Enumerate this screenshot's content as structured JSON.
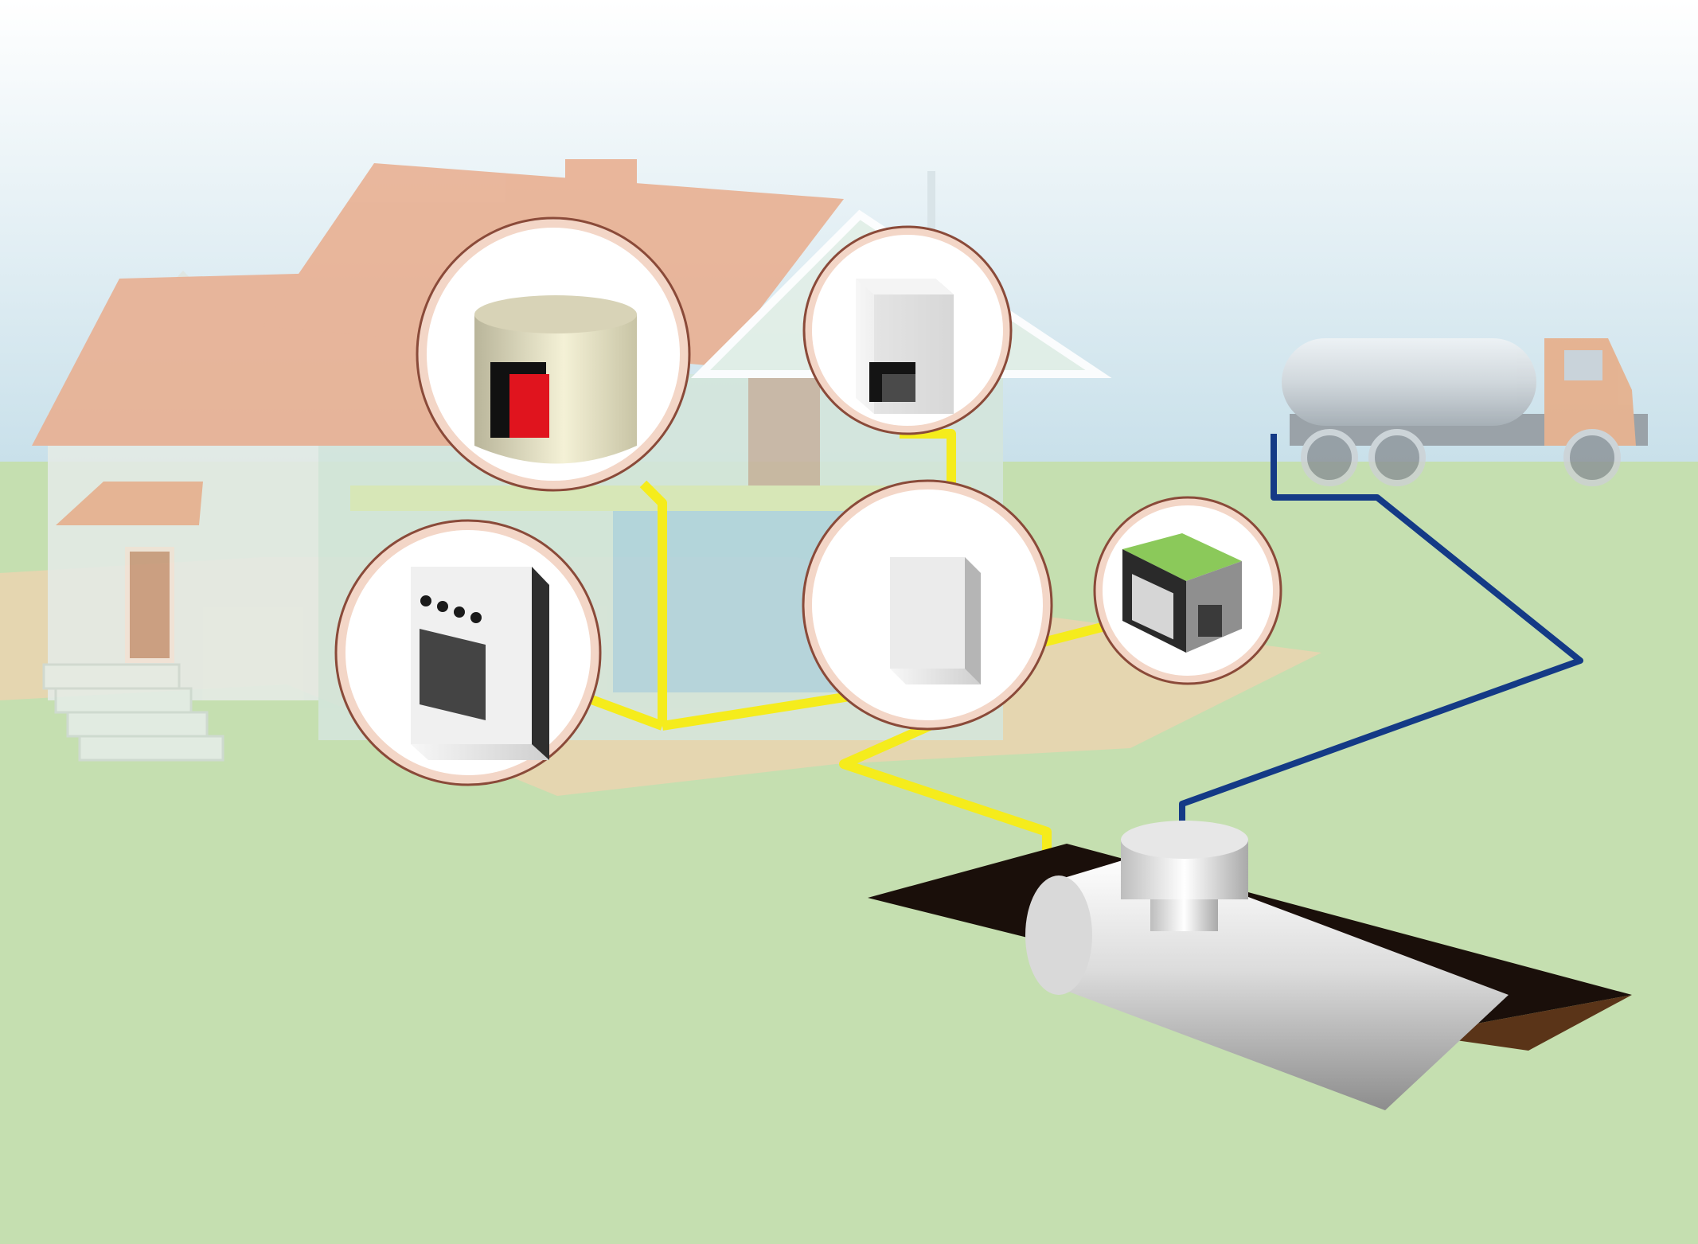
{
  "scene": {
    "colors": {
      "sky_top": "#ffffff",
      "sky_bottom": "#c3dde8",
      "ground": "#c5dfb0",
      "roof": "#e9b092",
      "wall": "#e4ebe6",
      "gas_pipe": "#f5ec1c",
      "fill_pipe": "#143a86",
      "callout_ring": "#f3d6c7",
      "pit": "#1a0f0a",
      "truck_cab": "#e9a77c",
      "boiler_flame": "#e0141e",
      "generator_top": "#8bc95a"
    },
    "callouts": [
      {
        "name": "boiler-callout",
        "icon": "boiler-icon"
      },
      {
        "name": "water-heater-callout",
        "icon": "wall-water-heater-icon"
      },
      {
        "name": "stove-callout",
        "icon": "gas-stove-icon"
      },
      {
        "name": "regulator-callout",
        "icon": "pressure-regulator-icon"
      },
      {
        "name": "generator-callout",
        "icon": "gas-generator-icon"
      }
    ],
    "objects": [
      {
        "name": "house",
        "icon": "house-icon"
      },
      {
        "name": "underground-tank",
        "icon": "gas-tank-icon"
      },
      {
        "name": "tanker-truck",
        "icon": "tanker-truck-icon"
      }
    ]
  }
}
